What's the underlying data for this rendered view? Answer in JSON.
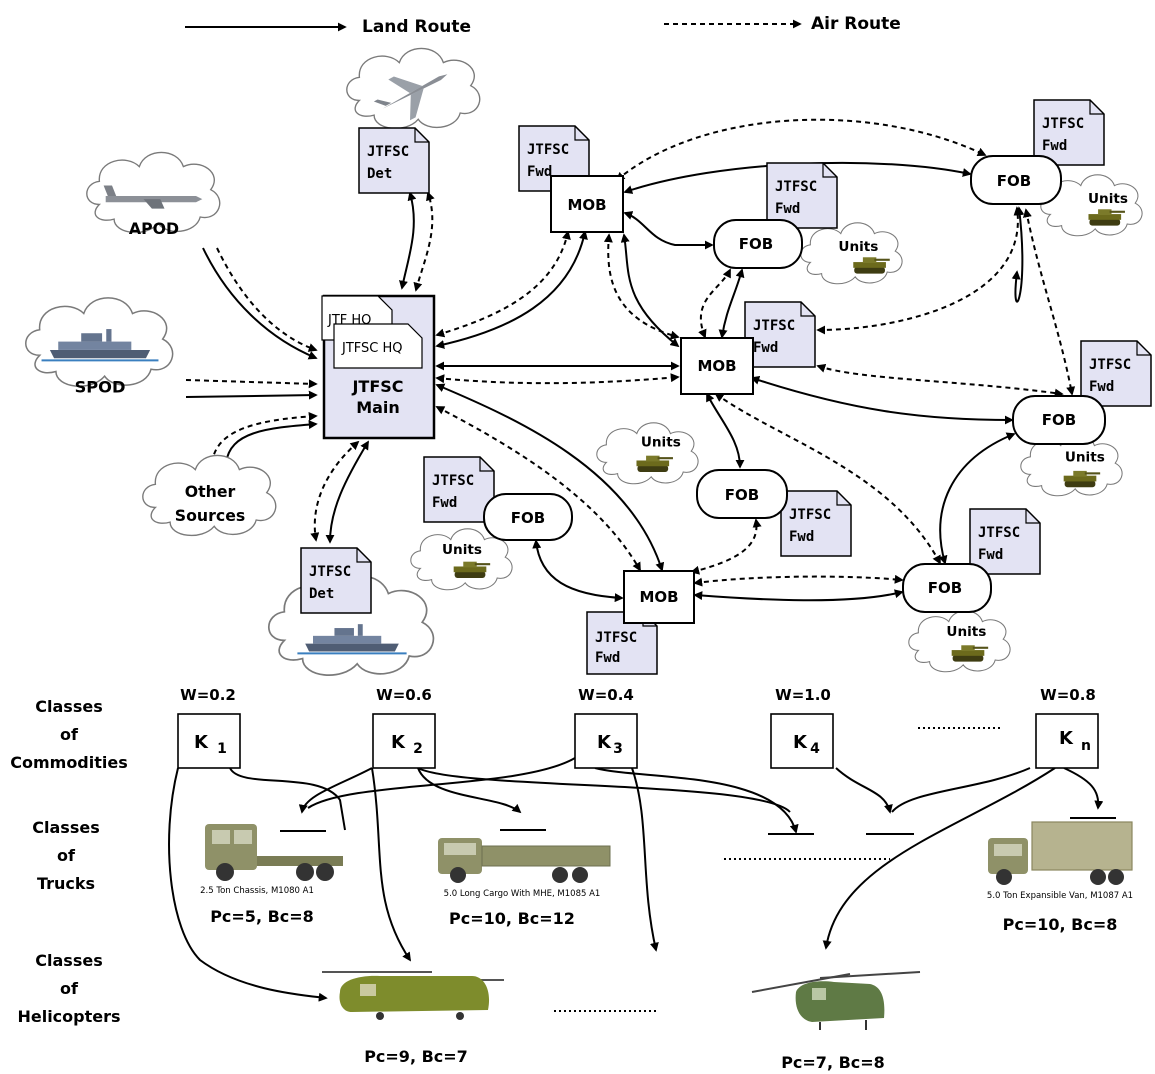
{
  "legend": {
    "land_route": "Land Route",
    "air_route": "Air Route"
  },
  "sources": {
    "apod": "APOD",
    "spod": "SPOD",
    "other_line1": "Other",
    "other_line2": "Sources"
  },
  "main": {
    "jtf_hq": "JTF HQ",
    "jtfsc_hq": "JTFSC HQ",
    "line1": "JTFSC",
    "line2": "Main"
  },
  "doc_labels": {
    "jtfsc": "JTFSC",
    "det": "Det",
    "fwd": "Fwd"
  },
  "nodes": {
    "mob": "MOB",
    "fob": "FOB",
    "units": "Units"
  },
  "commodities": {
    "row_label": [
      "Classes",
      "of",
      "Commodities"
    ],
    "items": [
      {
        "w": "W=0.2",
        "k": "K",
        "sub": "1"
      },
      {
        "w": "W=0.6",
        "k": "K",
        "sub": "2"
      },
      {
        "w": "W=0.4",
        "k": "K",
        "sub": "3"
      },
      {
        "w": "W=1.0",
        "k": "K",
        "sub": "4"
      },
      {
        "w": "W=0.8",
        "k": "K",
        "sub": "n"
      }
    ]
  },
  "trucks": {
    "row_label": [
      "Classes",
      "of",
      "Trucks"
    ],
    "items": [
      {
        "caption": "2.5 Ton Chassis, M1080 A1",
        "params": "Pc=5, Bc=8"
      },
      {
        "caption": "5.0 Long Cargo With MHE, M1085 A1",
        "params": "Pc=10, Bc=12"
      },
      {
        "caption": "5.0 Ton Expansible Van, M1087 A1",
        "params": "Pc=10, Bc=8"
      }
    ]
  },
  "helicopters": {
    "row_label": [
      "Classes",
      "of",
      "Helicopters"
    ],
    "items": [
      {
        "params": "Pc=9, Bc=7"
      },
      {
        "params": "Pc=7, Bc=8"
      }
    ]
  },
  "colors": {
    "doc_fill": "#e3e3f3",
    "truck": "#8f9168",
    "heli1": "#7e8c2c",
    "heli2": "#5f7a45",
    "tank": "#6c6a1c",
    "ship": "#5d6e87"
  }
}
